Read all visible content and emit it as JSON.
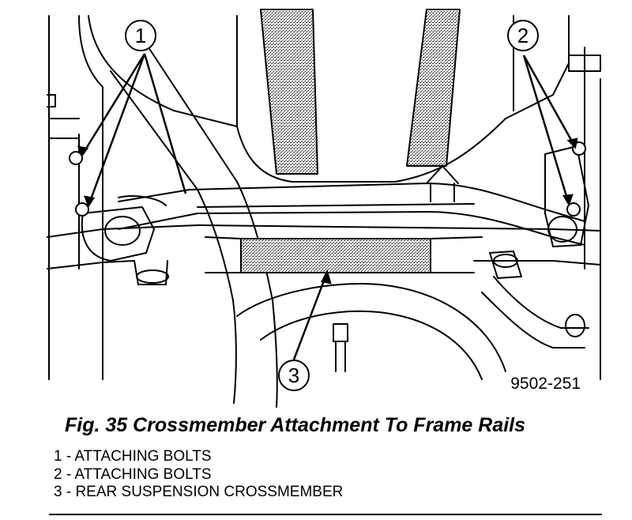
{
  "figure": {
    "callouts": [
      {
        "number": "1"
      },
      {
        "number": "2"
      },
      {
        "number": "3"
      }
    ],
    "figure_id": "9502-251"
  },
  "caption": "Fig. 35 Crossmember Attachment To Frame Rails",
  "legend": [
    "1 - ATTACHING BOLTS",
    "2 - ATTACHING BOLTS",
    "3 - REAR SUSPENSION CROSSMEMBER"
  ],
  "colors": {
    "ink": "#000000",
    "paper": "#ffffff",
    "hatch": "#8a8a8a"
  }
}
